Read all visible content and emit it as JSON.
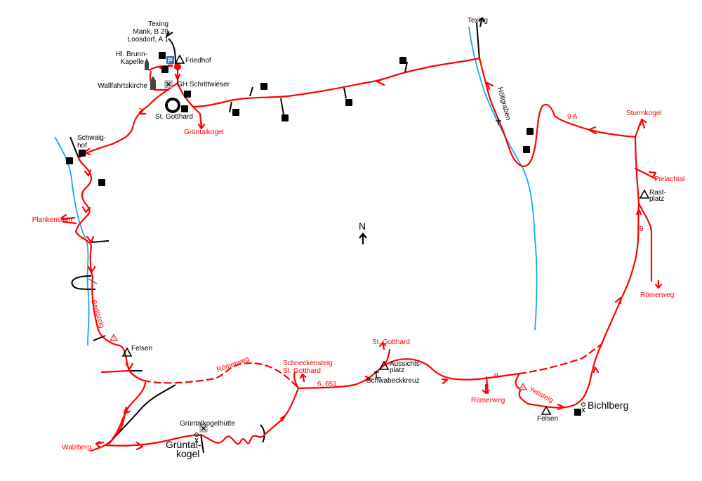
{
  "labels": {
    "texing_top_left": "Texing",
    "mank": "Mank, B 29",
    "loosdorf": "Loosdorf, A 1",
    "brunn_1": "Hl. Brunn-",
    "brunn_2": "Kapelle",
    "friedhof": "Friedhof",
    "wallfahrtskirche": "Wallfahrtskirche",
    "gh": "GH Schrittwieser",
    "st_gotthard": "St. Gotthard",
    "gruentalkogel_red": "Grüntalkogel",
    "route_2": "2",
    "schwaighof_1": "Schwaig-",
    "schwaighof_2": "hof",
    "plankenstein": "Plankenstein",
    "bertlsteig": "Bertlsteig",
    "felsen_left": "Felsen",
    "roemerweg_dashed": "Römerweg",
    "walzberg": "Walzberg",
    "huette": "Grüntalkogelhütte",
    "gruental_1": "Grüntal-",
    "gruental_2": "kogel",
    "schneckensteig_1": "Schneckensteig",
    "schneckensteig_2": "St. Gotthard",
    "route_6_651": "6, 651",
    "st_gotthard_red": "St. Gotthard",
    "aussicht_1": "Aussichts-",
    "aussicht_2": "platz",
    "schwabeckkreuz": "Schwabeckkreuz",
    "route_9_bottom": "9",
    "roemerweg_bottom": "Römerweg",
    "yetisteig": "Yetisteig",
    "felsen_right": "Felsen",
    "bichlberg": "Bichlberg",
    "texing_top_right": "Texing",
    "hoellgraben": "Höllgraben",
    "route_9a": "9 A",
    "sturmkogel": "Sturmkogel",
    "pielachtal": "Pielachtal",
    "rast_1": "Rast-",
    "rast_2": "platz",
    "route_9_right": "9",
    "roemerweg_right": "Römerweg",
    "north": "N",
    "parking": "P"
  },
  "colors": {
    "trail": "#ff0000",
    "road": "#000000",
    "stream": "#1aa7ef",
    "tree": "#2b8a3e",
    "parking": "#3b6fb6"
  }
}
